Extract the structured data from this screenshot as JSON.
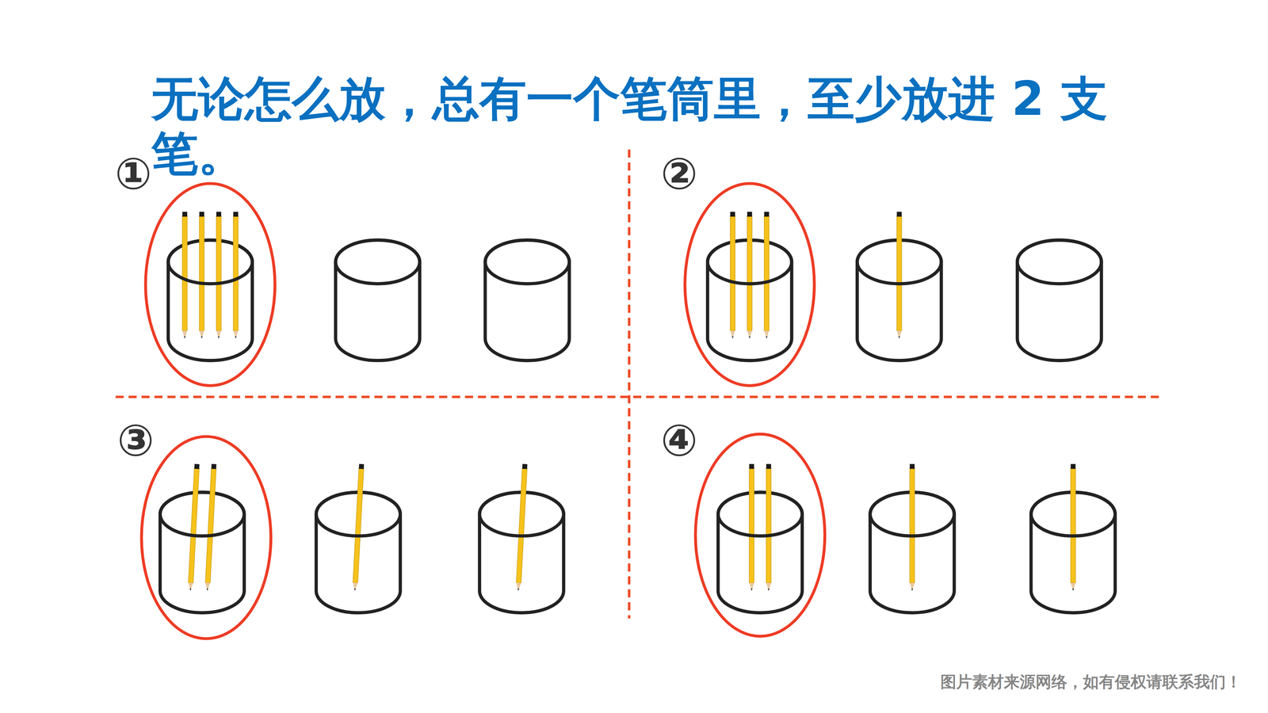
{
  "diagram": {
    "title": "无论怎么放，总有一个笔筒里，至少放进 2 支笔。",
    "labels": [
      "①",
      "②",
      "③",
      "④",
      "图片素材来源网络，如有侵权请联系我们！"
    ]
  }
}
